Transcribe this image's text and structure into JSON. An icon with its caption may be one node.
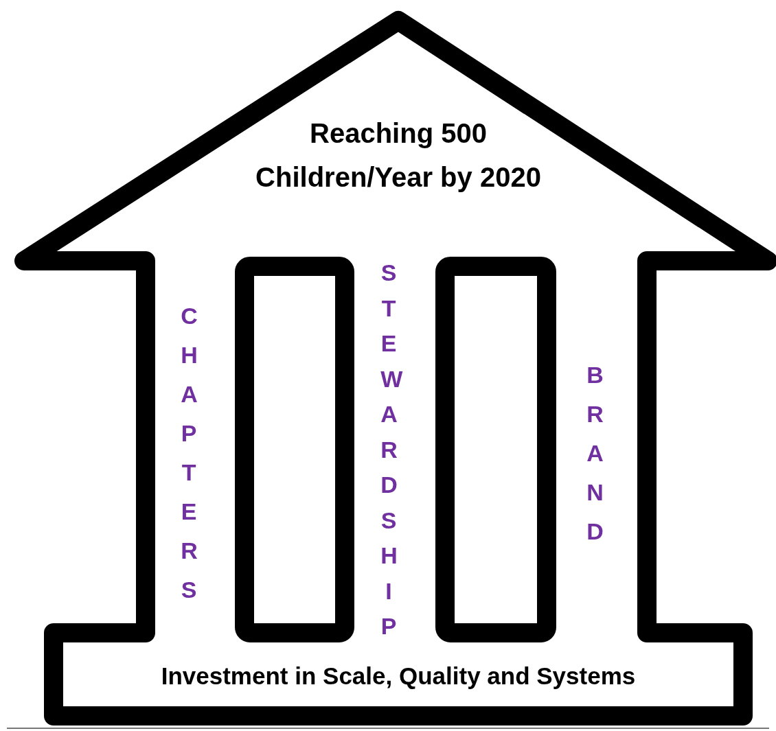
{
  "diagram": {
    "nodes": [
      {
        "text": [
          "Reaching 500 Children/Year by 2020"
        ]
      },
      {
        "text": [
          "Investment in Scale, Quality and Systems"
        ]
      }
    ],
    "labels": [
      "CHAPTERS",
      "STEWARDSHIP",
      "BRAND"
    ]
  }
}
